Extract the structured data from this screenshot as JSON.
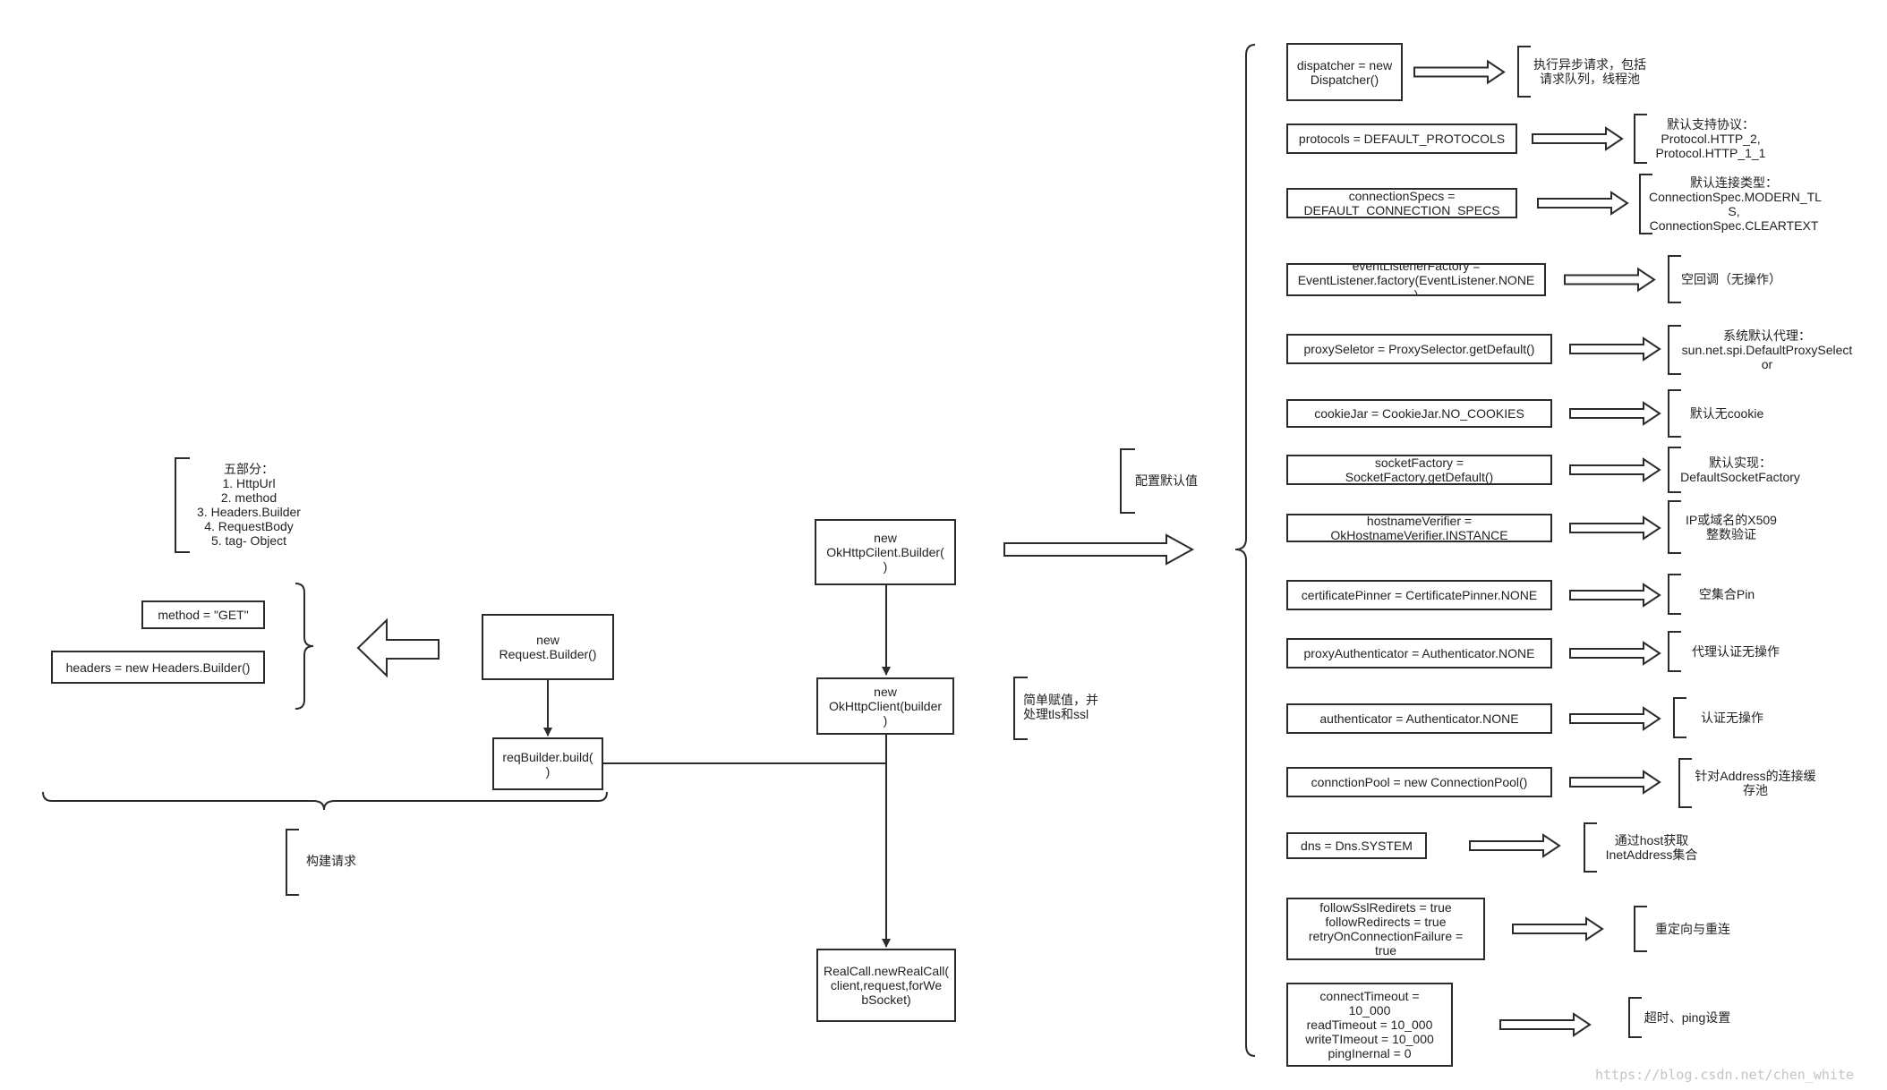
{
  "left": {
    "parts_note": "五部分：\n1. HttpUrl\n2. method\n3. Headers.Builder\n4. RequestBody\n5. tag- Object",
    "method_box": "method = \"GET\"",
    "headers_box": "headers = new Headers.Builder()",
    "request_builder_box": "new\nRequest.Builder()",
    "req_build_box": "reqBuilder.build(\n)",
    "build_request_note": "构建请求"
  },
  "center": {
    "client_builder_box": "new\nOkHttpCilent.Builder(\n)",
    "client_box": "new\nOkHttpClient(builder\n)",
    "client_note": "简单赋值，并\n处理tls和ssl",
    "realcall_box": "RealCall.newRealCall(\nclient,request,forWe\nbSocket)",
    "defaults_note": "配置默认值"
  },
  "defaults": [
    {
      "field": "dispatcher = new\nDispatcher()",
      "desc": "执行异步请求，包括\n请求队列，线程池"
    },
    {
      "field": "protocols = DEFAULT_PROTOCOLS",
      "desc": "默认支持协议：\nProtocol.HTTP_2,\nProtocol.HTTP_1_1"
    },
    {
      "field": "connectionSpecs =\nDEFAULT_CONNECTION_SPECS",
      "desc": "默认连接类型：\nConnectionSpec.MODERN_TL\nS,\nConnectionSpec.CLEARTEXT"
    },
    {
      "field": "eventListenerFactory =\nEventListener.factory(EventListener.NONE\n)",
      "desc": "空回调（无操作）"
    },
    {
      "field": "proxySeletor = ProxySelector.getDefault()",
      "desc": "系统默认代理：\nsun.net.spi.DefaultProxySelect\nor"
    },
    {
      "field": "cookieJar = CookieJar.NO_COOKIES",
      "desc": "默认无cookie"
    },
    {
      "field": "socketFactory =\nSocketFactory.getDefault()",
      "desc": "默认实现：\nDefaultSocketFactory"
    },
    {
      "field": "hostnameVerifier =\nOkHostnameVerifier.INSTANCE",
      "desc": "IP或域名的X509\n整数验证"
    },
    {
      "field": "certificatePinner = CertificatePinner.NONE",
      "desc": "空集合Pin"
    },
    {
      "field": "proxyAuthenticator = Authenticator.NONE",
      "desc": "代理认证无操作"
    },
    {
      "field": "authenticator = Authenticator.NONE",
      "desc": "认证无操作"
    },
    {
      "field": "connctionPool = new ConnectionPool()",
      "desc": "针对Address的连接缓\n存池"
    },
    {
      "field": "dns = Dns.SYSTEM",
      "desc": "通过host获取\nInetAddress集合"
    },
    {
      "field": "followSslRedirets = true\nfollowRedirects = true\nretryOnConnectionFailure =\ntrue",
      "desc": "重定向与重连"
    },
    {
      "field": "connectTimeout =\n10_000\nreadTimeout = 10_000\nwriteTImeout = 10_000\npingInernal = 0",
      "desc": "超时、ping设置"
    }
  ],
  "watermark": "https://blog.csdn.net/chen_white"
}
